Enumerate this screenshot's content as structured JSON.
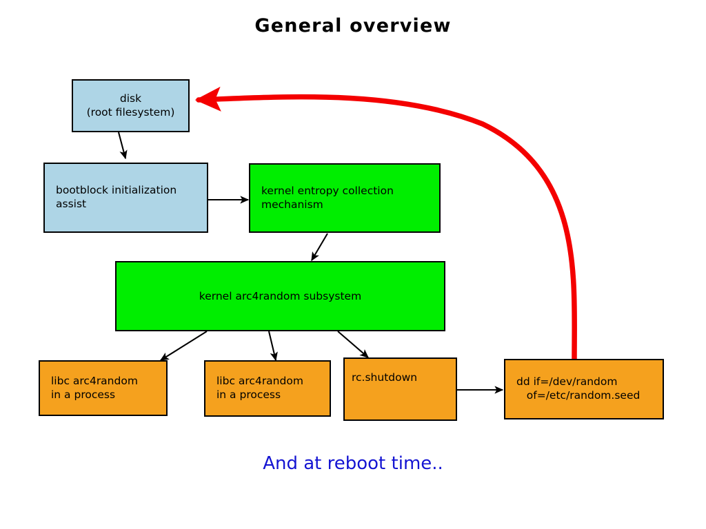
{
  "title": "General overview",
  "caption": "And at reboot time..",
  "colors": {
    "blue": "#aed5e6",
    "green": "#00ee00",
    "orange": "#f5a11e",
    "stroke": "#000000",
    "reboot_arrow": "#f40000",
    "caption_text": "#1414d2",
    "background": "#ffffff"
  },
  "nodes": {
    "disk": {
      "line1": "disk",
      "line2": "(root filesystem)"
    },
    "bootblock": {
      "line1": "bootblock initialization",
      "line2": "assist"
    },
    "entropy": {
      "line1": "kernel entropy collection",
      "line2": "mechanism"
    },
    "arc4random": {
      "line1": "kernel arc4random subsystem"
    },
    "libc1": {
      "line1": "libc arc4random",
      "line2": "in a process"
    },
    "libc2": {
      "line1": "libc arc4random",
      "line2": "in a process"
    },
    "shutdown": {
      "line1": "rc.shutdown"
    },
    "dd": {
      "line1": "dd if=/dev/random",
      "line2": "   of=/etc/random.seed"
    }
  },
  "edges": [
    {
      "name": "disk-to-bootblock",
      "from": "disk",
      "to": "bootblock",
      "style": "black-arrow"
    },
    {
      "name": "bootblock-to-entropy",
      "from": "bootblock",
      "to": "entropy",
      "style": "black-arrow"
    },
    {
      "name": "entropy-to-arc4random",
      "from": "entropy",
      "to": "arc4random",
      "style": "black-arrow"
    },
    {
      "name": "arc4random-to-libc1",
      "from": "arc4random",
      "to": "libc1",
      "style": "black-arrow"
    },
    {
      "name": "arc4random-to-libc2",
      "from": "arc4random",
      "to": "libc2",
      "style": "black-arrow"
    },
    {
      "name": "arc4random-to-shutdown",
      "from": "arc4random",
      "to": "shutdown",
      "style": "black-arrow"
    },
    {
      "name": "shutdown-to-dd",
      "from": "shutdown",
      "to": "dd",
      "style": "black-arrow"
    },
    {
      "name": "dd-to-disk-reboot",
      "from": "dd",
      "to": "disk",
      "style": "red-curved-arrow"
    }
  ]
}
